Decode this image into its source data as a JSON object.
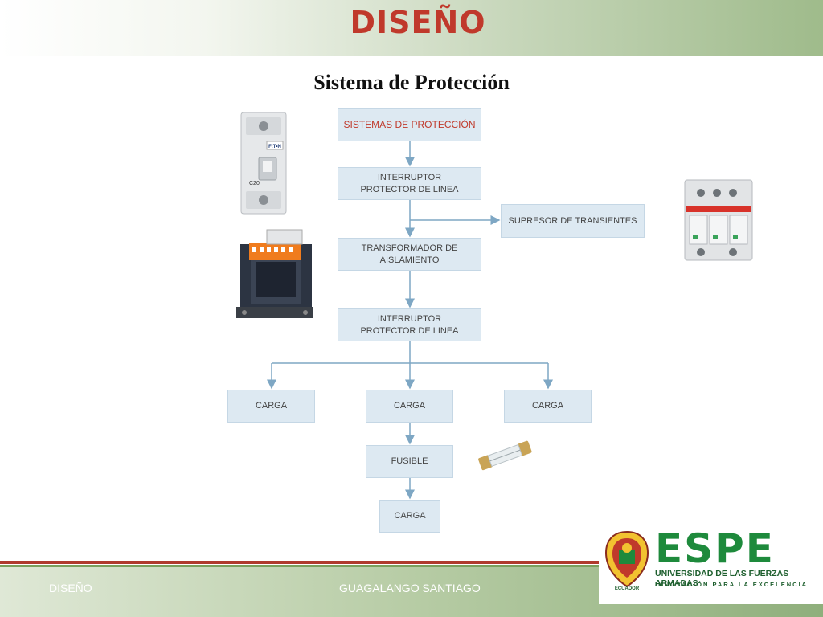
{
  "slide": {
    "title": "DISEÑO",
    "subtitle": "Sistema de Protección"
  },
  "flowchart": {
    "root": "SISTEMAS DE PROTECCIÓN",
    "interruptor_1": "INTERRUPTOR\nPROTECTOR DE LINEA",
    "supresor": "SUPRESOR DE TRANSIENTES",
    "transformador": "TRANSFORMADOR DE\nAISLAMIENTO",
    "interruptor_2": "INTERRUPTOR\nPROTECTOR DE LINEA",
    "carga_left": "CARGA",
    "carga_center": "CARGA",
    "carga_right": "CARGA",
    "fusible": "FUSIBLE",
    "carga_bottom": "CARGA"
  },
  "images": {
    "breaker_label": "C20",
    "breaker_brand": "F:T•N"
  },
  "footer": {
    "left": "DISEÑO",
    "center": "GUAGALANGO SANTIAGO"
  },
  "logo": {
    "name": "ESPE",
    "line1": "UNIVERSIDAD DE LAS FUERZAS ARMADAS",
    "line2": "INNOVACIÓN PARA LA EXCELENCIA",
    "seal_text": "ECUADOR"
  },
  "colors": {
    "title": "#c0392b",
    "box_fill": "#dde9f2",
    "arrow": "#7ea7c4",
    "logo_green": "#1e8a3c"
  }
}
